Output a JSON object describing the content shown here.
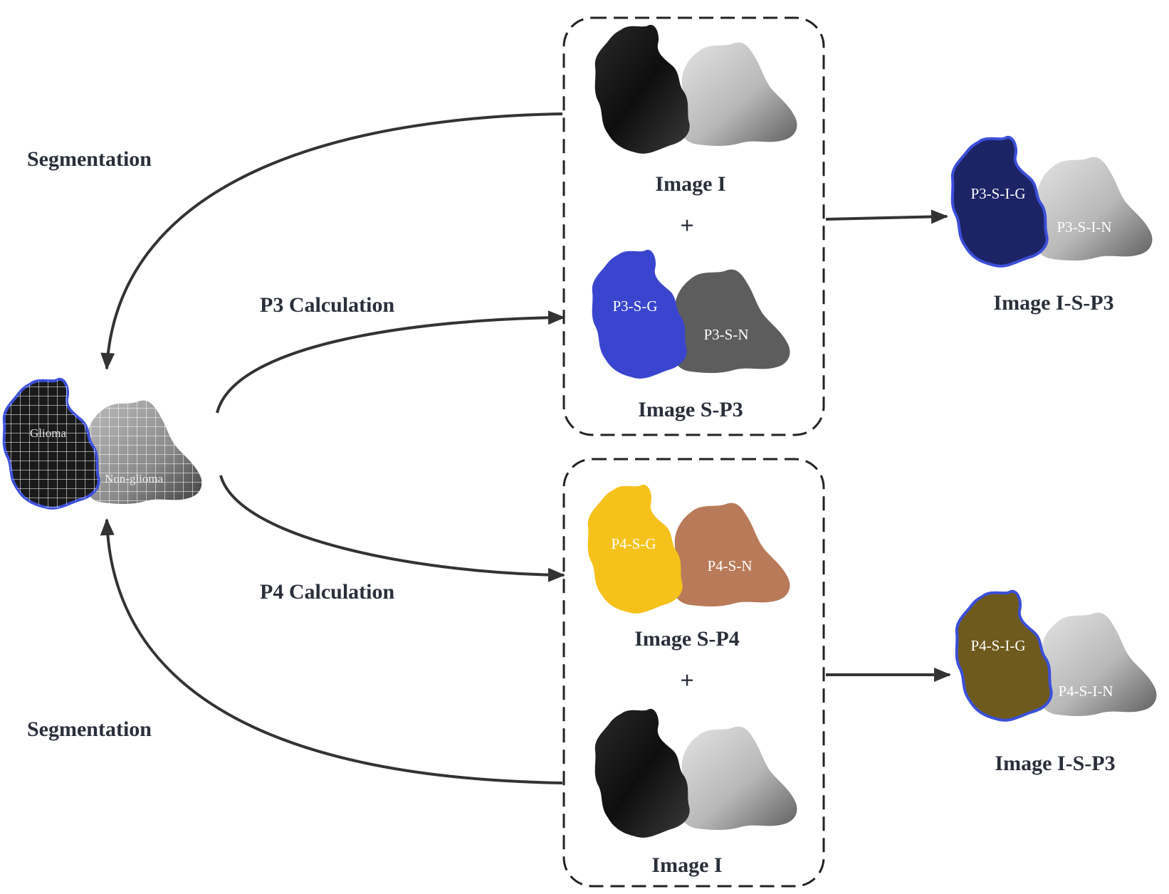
{
  "labels": {
    "segmentation_top": "Segmentation",
    "segmentation_bottom": "Segmentation",
    "p3_calculation": "P3 Calculation",
    "p4_calculation": "P4 Calculation",
    "plus": "+"
  },
  "source": {
    "glioma": "Glioma",
    "non_glioma": "Non-glioma"
  },
  "box_p3": {
    "image_i_caption": "Image I",
    "s_caption": "Image S-P3",
    "glioma_region": "P3-S-G",
    "non_glioma_region": "P3-S-N"
  },
  "box_p4": {
    "s_caption": "Image S-P4",
    "image_i_caption": "Image I",
    "glioma_region": "P4-S-G",
    "non_glioma_region": "P4-S-N"
  },
  "result_p3": {
    "caption": "Image I-S-P3",
    "glioma_region": "P3-S-I-G",
    "non_glioma_region": "P3-S-I-N"
  },
  "result_p4": {
    "caption": "Image I-S-P3",
    "glioma_region": "P4-S-I-G",
    "non_glioma_region": "P4-S-I-N"
  },
  "colors": {
    "p3_glioma": "#3a45cf",
    "p3_non_glioma": "#5d5d5d",
    "p4_glioma": "#f5c21c",
    "p4_non_glioma": "#b87a58",
    "result_p3_glioma": "#1d2466",
    "result_p4_glioma": "#6e5a1c",
    "outline_blue": "#3b4fd8",
    "arrow": "#333333"
  }
}
